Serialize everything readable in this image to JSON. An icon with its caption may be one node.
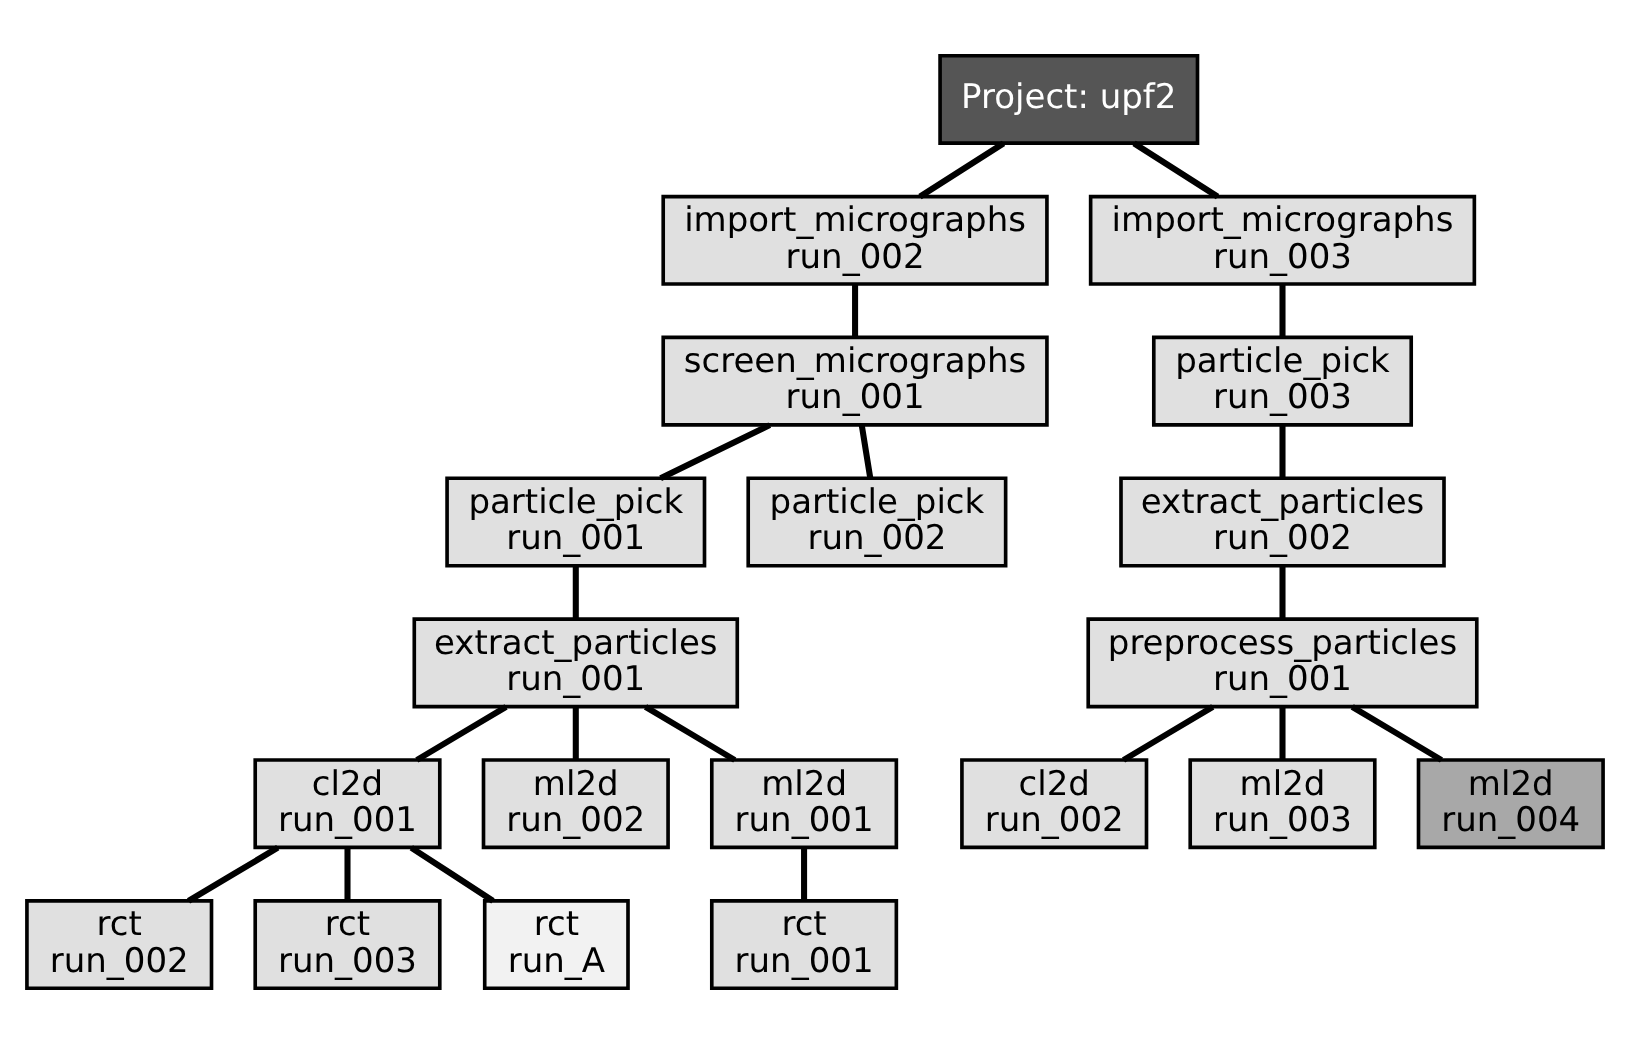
{
  "diagram": {
    "nodes": [
      {
        "text": [
          "Project: upf2"
        ]
      },
      {
        "text": [
          "import_micrographs",
          "run_002"
        ]
      },
      {
        "text": [
          "import_micrographs",
          "run_003"
        ]
      },
      {
        "text": [
          "screen_micrographs",
          "run_001"
        ]
      },
      {
        "text": [
          "particle_pick",
          "run_003"
        ]
      },
      {
        "text": [
          "particle_pick",
          "run_001"
        ]
      },
      {
        "text": [
          "particle_pick",
          "run_002"
        ]
      },
      {
        "text": [
          "extract_particles",
          "run_002"
        ]
      },
      {
        "text": [
          "extract_particles",
          "run_001"
        ]
      },
      {
        "text": [
          "preprocess_particles",
          "run_001"
        ]
      },
      {
        "text": [
          "cl2d",
          "run_001"
        ]
      },
      {
        "text": [
          "ml2d",
          "run_002"
        ]
      },
      {
        "text": [
          "ml2d",
          "run_001"
        ]
      },
      {
        "text": [
          "cl2d",
          "run_002"
        ]
      },
      {
        "text": [
          "ml2d",
          "run_003"
        ]
      },
      {
        "text": [
          "ml2d",
          "run_004"
        ]
      },
      {
        "text": [
          "rct",
          "run_002"
        ]
      },
      {
        "text": [
          "rct",
          "run_003"
        ]
      },
      {
        "text": [
          "rct",
          "run_A"
        ]
      },
      {
        "text": [
          "rct",
          "run_001"
        ]
      }
    ],
    "edges": [
      {
        "from": 0,
        "to": 1,
        "arrow": "none"
      },
      {
        "from": 0,
        "to": 2,
        "arrow": "none"
      },
      {
        "from": 1,
        "to": 3,
        "arrow": "none"
      },
      {
        "from": 2,
        "to": 4,
        "arrow": "none"
      },
      {
        "from": 3,
        "to": 5,
        "arrow": "none"
      },
      {
        "from": 3,
        "to": 6,
        "arrow": "none"
      },
      {
        "from": 4,
        "to": 7,
        "arrow": "none"
      },
      {
        "from": 5,
        "to": 8,
        "arrow": "none"
      },
      {
        "from": 7,
        "to": 9,
        "arrow": "none"
      },
      {
        "from": 8,
        "to": 10,
        "arrow": "none"
      },
      {
        "from": 8,
        "to": 11,
        "arrow": "none"
      },
      {
        "from": 8,
        "to": 12,
        "arrow": "none"
      },
      {
        "from": 9,
        "to": 13,
        "arrow": "none"
      },
      {
        "from": 9,
        "to": 14,
        "arrow": "none"
      },
      {
        "from": 9,
        "to": 15,
        "arrow": "none"
      },
      {
        "from": 10,
        "to": 16,
        "arrow": "none"
      },
      {
        "from": 10,
        "to": 17,
        "arrow": "none"
      },
      {
        "from": 10,
        "to": 18,
        "arrow": "none"
      },
      {
        "from": 12,
        "to": 19,
        "arrow": "none"
      }
    ]
  }
}
